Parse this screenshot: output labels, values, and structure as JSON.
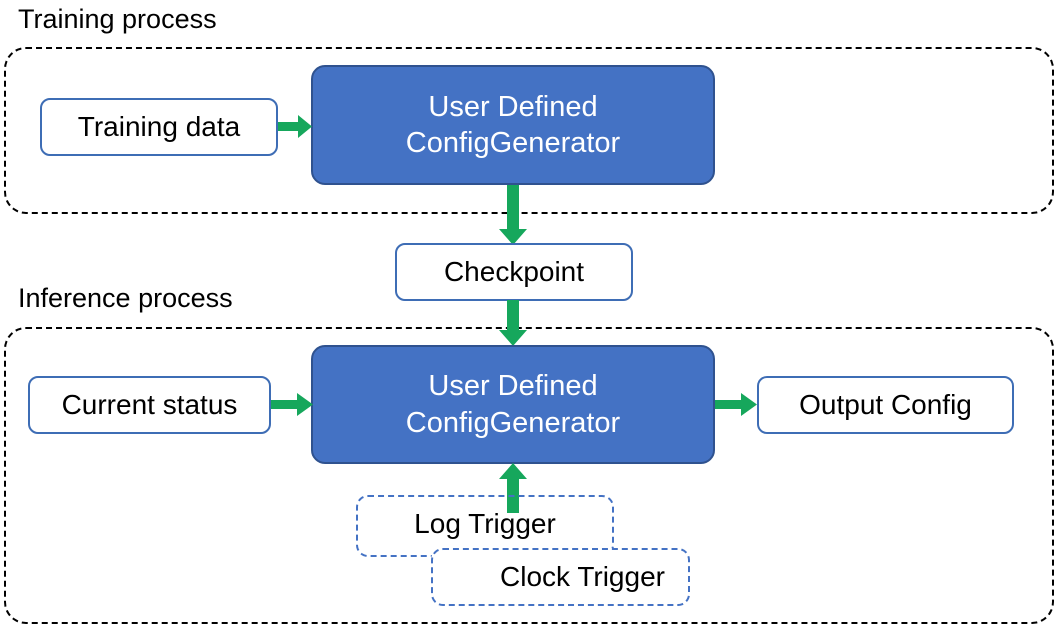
{
  "diagram": {
    "title_training": "Training process",
    "title_inference": "Inference process",
    "accent_green": "#12A council",
    "colors": {
      "process_fill": "#4472C4",
      "process_border": "#2F528F",
      "node_border": "#3E6DB5",
      "arrow_green": "#16A75C",
      "group_border": "#000000",
      "trigger_border": "#4472C4",
      "text_dark": "#000000",
      "text_light": "#FFFFFF",
      "background": "#FFFFFF"
    }
  },
  "training": {
    "caption": "Training process",
    "input": {
      "label": "Training data"
    },
    "process": {
      "line1": "User Defined",
      "line2": "ConfigGenerator"
    }
  },
  "bridge": {
    "checkpoint": {
      "label": "Checkpoint"
    }
  },
  "inference": {
    "caption": "Inference process",
    "input": {
      "label": "Current status"
    },
    "process": {
      "line1": "User Defined",
      "line2": "ConfigGenerator"
    },
    "output": {
      "label": "Output Config"
    },
    "triggers": [
      {
        "label": "Log Trigger"
      },
      {
        "label": "Clock Trigger"
      }
    ]
  },
  "arrows": [
    {
      "name": "training-data-to-process",
      "direction": "right"
    },
    {
      "name": "training-process-to-checkpoint",
      "direction": "down"
    },
    {
      "name": "checkpoint-to-inference-process",
      "direction": "down"
    },
    {
      "name": "current-status-to-process",
      "direction": "right"
    },
    {
      "name": "process-to-output-config",
      "direction": "right"
    },
    {
      "name": "log-trigger-to-process",
      "direction": "up"
    }
  ]
}
